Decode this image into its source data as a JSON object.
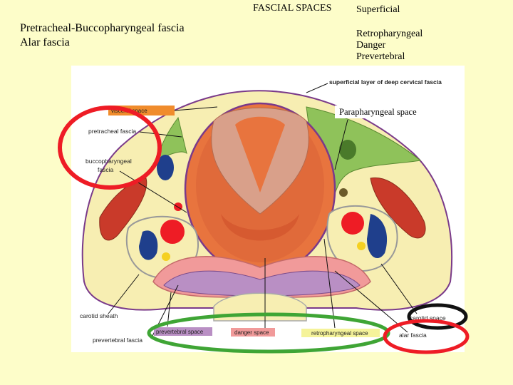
{
  "header": {
    "title": "FASCIAL SPACES",
    "superficial": "Superficial"
  },
  "left_caption": {
    "line1": "Pretracheal-Buccopharyngeal fascia",
    "line2": "Alar fascia"
  },
  "right_list": [
    "Retropharyngeal",
    "Danger",
    "Prevertebral"
  ],
  "diagram_labels": {
    "superficial_layer": "superficial layer of deep cervical fascia",
    "parapharyngeal": "Parapharyngeal space",
    "visceral_space": "visceral space",
    "pretracheal_fascia": "pretracheal fascia",
    "buccopharyngeal_line1": "buccopharyngeal",
    "buccopharyngeal_line2": "fascia",
    "carotid_sheath": "carotid sheath",
    "prevertebral_space": "prevertebral space",
    "danger_space": "danger space",
    "retropharyngeal_space": "retropharyngeal space",
    "prevertebral_fascia": "prevertebral fascia",
    "carotid_space": "carotid space",
    "alar_fascia": "alar fascia"
  },
  "colors": {
    "background": "#fdfdc9",
    "tissue": "#f7eeb2",
    "muscle": "#e06a3a",
    "visceral_tag": "#f08c2c",
    "prevertebral_tag": "#b98fc4",
    "danger_tag": "#f19a9a",
    "retro_tag": "#f5f39a",
    "green_space": "#8fc25a",
    "red_circle": "#ee1c25",
    "green_circle": "#3fa535",
    "black_circle": "#111111",
    "vessel_red": "#ee1c25",
    "vessel_blue": "#1f3f8c"
  }
}
